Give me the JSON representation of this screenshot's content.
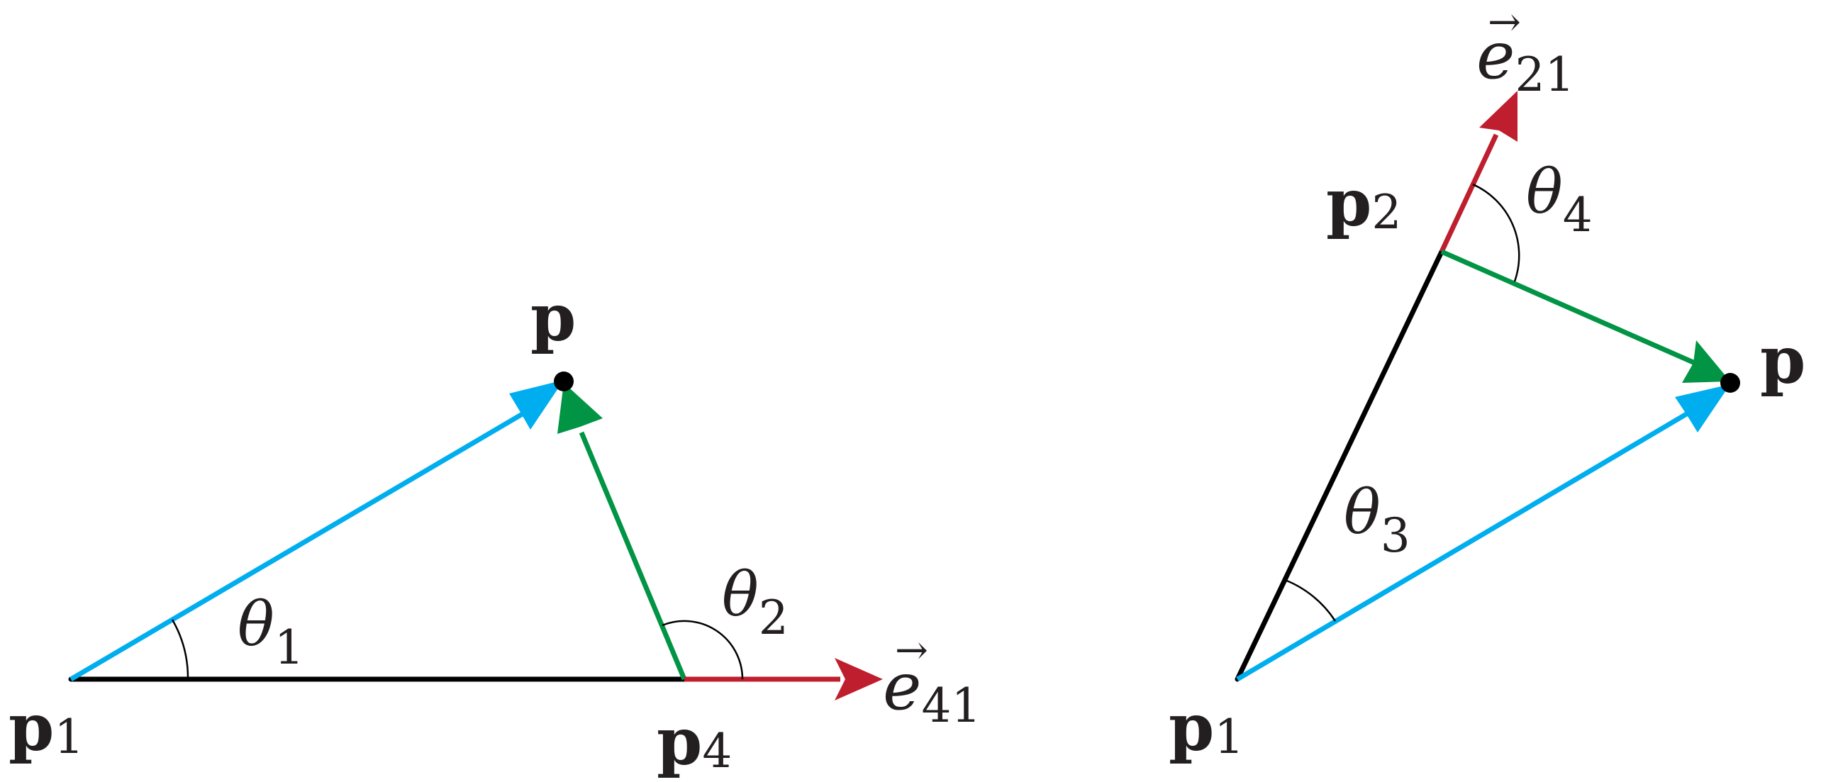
{
  "colors": {
    "black_edge": "#000000",
    "blue_vector": "#00aeef",
    "green_vector": "#009444",
    "red_vector": "#be1e2d",
    "text": "#231f20"
  },
  "left_figure": {
    "label_p": "p",
    "label_p1": {
      "base": "p",
      "sub": "1"
    },
    "label_p4": {
      "base": "p",
      "sub": "4"
    },
    "label_theta1": {
      "base": "θ",
      "sub": "1"
    },
    "label_theta2": {
      "base": "θ",
      "sub": "2"
    },
    "label_e41": {
      "base": "e",
      "arrow": "→",
      "sub": "41"
    }
  },
  "right_figure": {
    "label_p": "p",
    "label_p1": {
      "base": "p",
      "sub": "1"
    },
    "label_p2": {
      "base": "p",
      "sub": "2"
    },
    "label_theta3": {
      "base": "θ",
      "sub": "3"
    },
    "label_theta4": {
      "base": "θ",
      "sub": "4"
    },
    "label_e21": {
      "base": "e",
      "arrow": "→",
      "sub": "21"
    }
  }
}
